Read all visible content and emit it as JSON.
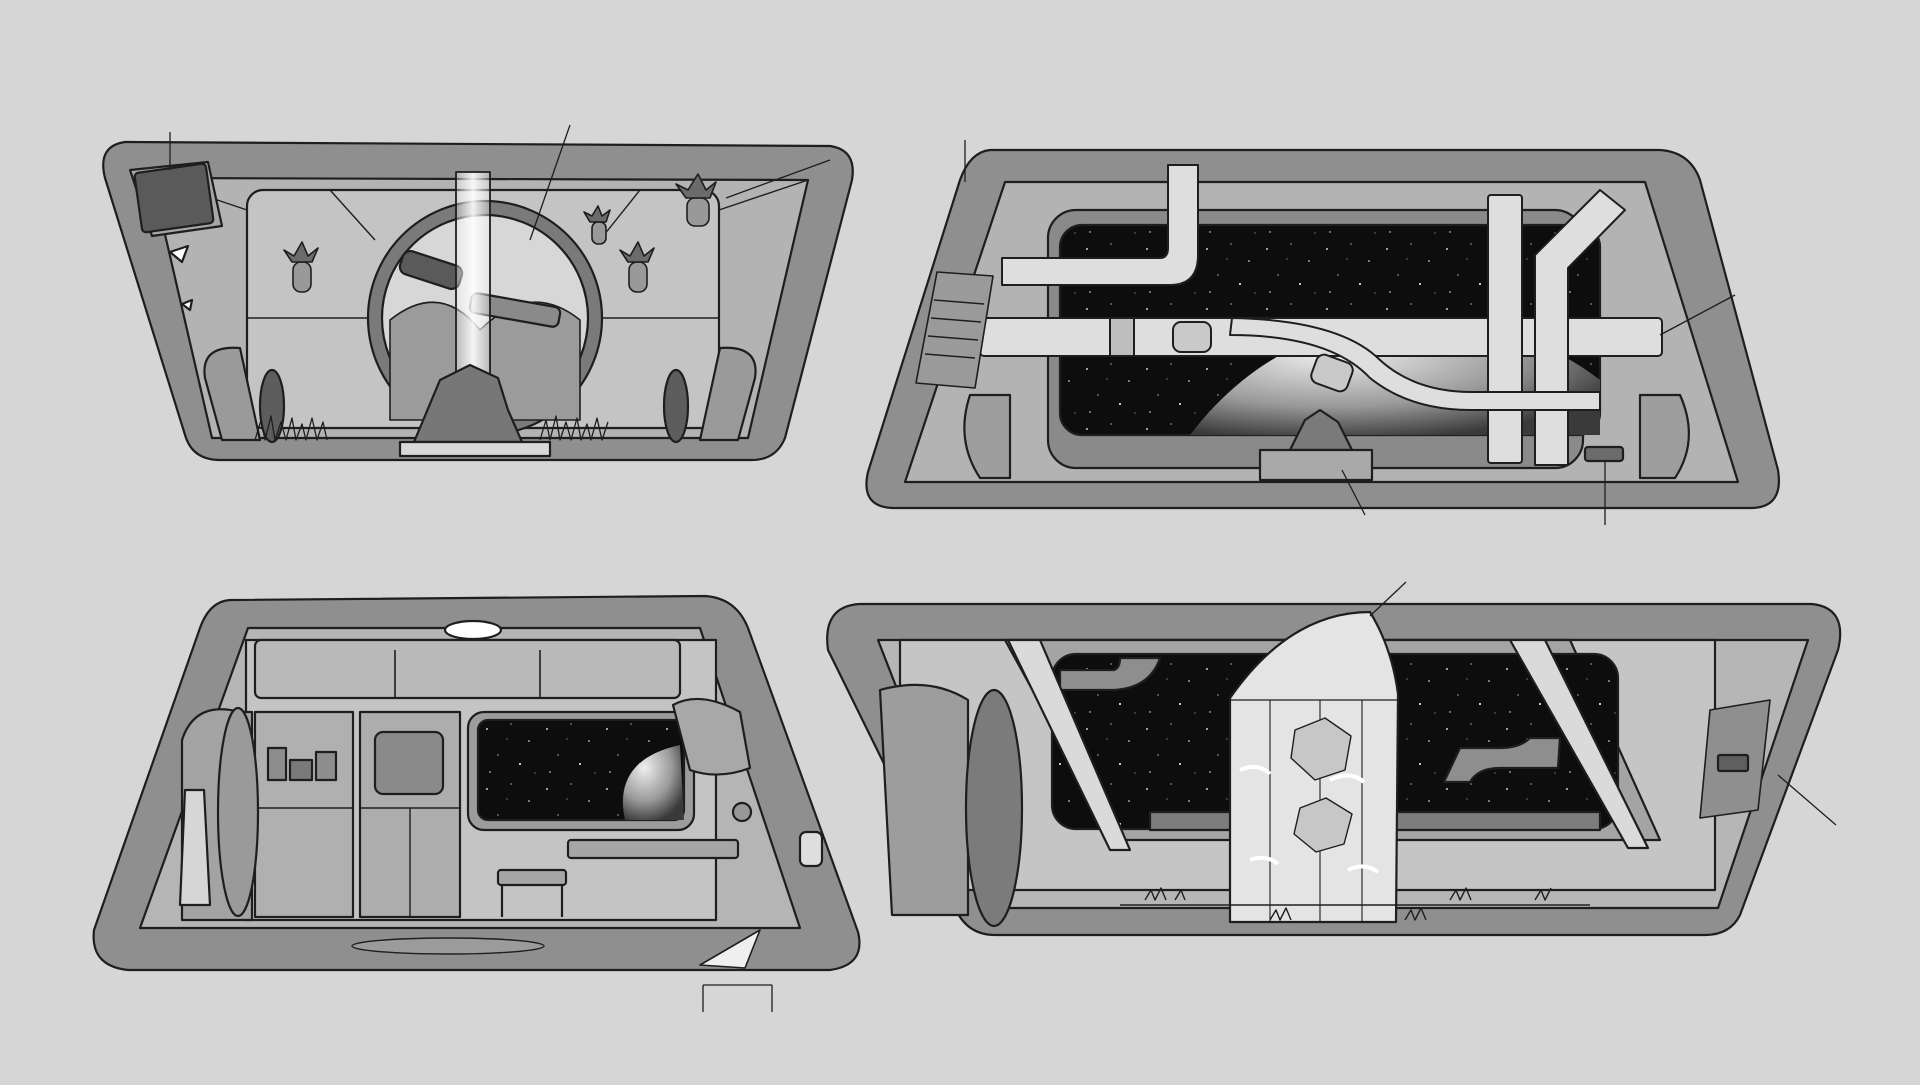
{
  "sheet": {
    "kind": "concept-sketch-sheet",
    "style": "grayscale ink sketch",
    "background_color": "#d6d6d6",
    "panels": [
      {
        "id": "waterfall-garden-room",
        "elements": [
          "circular-window",
          "waterfall",
          "rock",
          "hanging-plants",
          "wall-pods",
          "planter-grass"
        ]
      },
      {
        "id": "pipe-room-window",
        "elements": [
          "space-window",
          "planet",
          "pipes",
          "wall-vent",
          "rock-planter",
          "small-console"
        ]
      },
      {
        "id": "galley-living-room",
        "elements": [
          "ceiling-light",
          "upper-cabinets",
          "kitchen-shelves",
          "washer",
          "space-window",
          "bench",
          "towel",
          "paper-plane",
          "rug"
        ]
      },
      {
        "id": "crystal-window-room",
        "elements": [
          "space-window",
          "crystal-waterfall",
          "curtains",
          "wall-screen",
          "railing-plants"
        ]
      }
    ]
  }
}
